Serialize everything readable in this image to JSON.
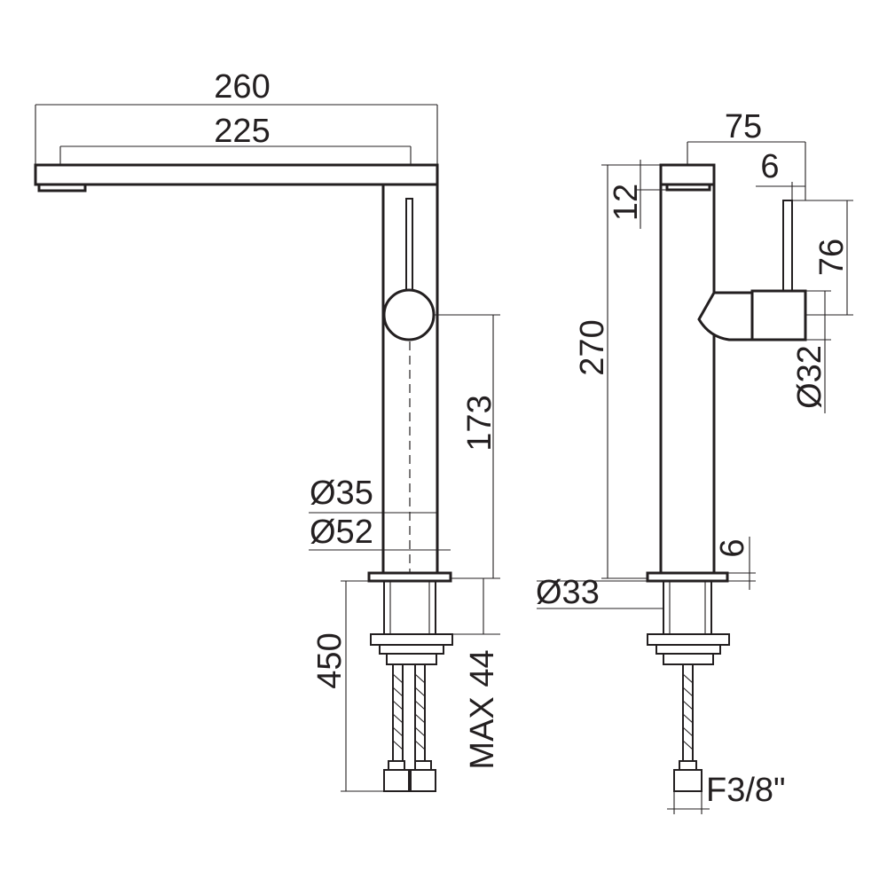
{
  "front_view": {
    "dim_overall_width": "260",
    "dim_spout_reach": "225",
    "dim_lever_to_deck": "173",
    "dim_body_diameter": "Ø35",
    "dim_base_diameter": "Ø52",
    "dim_hose_length": "450",
    "dim_max_deck_thickness": "MAX 44"
  },
  "side_view": {
    "dim_depth": "75",
    "dim_lever_offset": "6",
    "dim_spout_height": "12",
    "dim_total_height": "270",
    "dim_lever_height": "76",
    "dim_lever_diameter": "Ø32",
    "dim_base_thickness": "6",
    "dim_shank_diameter": "Ø33",
    "dim_connection": "F3/8\""
  }
}
